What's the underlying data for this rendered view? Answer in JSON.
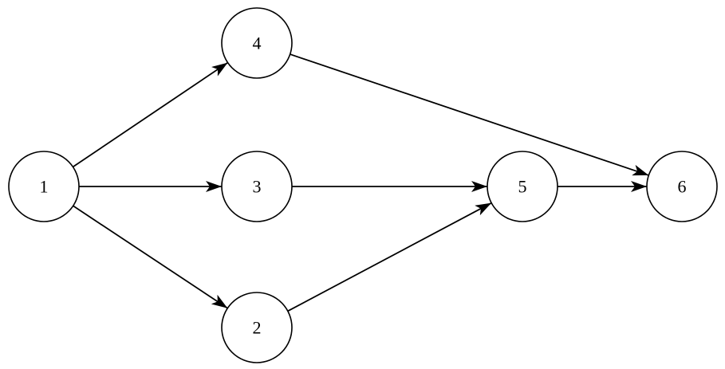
{
  "diagram": {
    "nodes": [
      {
        "id": "1",
        "label": "1"
      },
      {
        "id": "2",
        "label": "2"
      },
      {
        "id": "3",
        "label": "3"
      },
      {
        "id": "4",
        "label": "4"
      },
      {
        "id": "5",
        "label": "5"
      },
      {
        "id": "6",
        "label": "6"
      }
    ],
    "edges": [
      {
        "from": "1",
        "to": "4"
      },
      {
        "from": "1",
        "to": "3"
      },
      {
        "from": "1",
        "to": "2"
      },
      {
        "from": "4",
        "to": "6"
      },
      {
        "from": "3",
        "to": "5"
      },
      {
        "from": "2",
        "to": "5"
      },
      {
        "from": "5",
        "to": "6"
      }
    ],
    "colors": {
      "stroke": "#000000",
      "fill": "#ffffff",
      "background": "#ffffff"
    }
  }
}
